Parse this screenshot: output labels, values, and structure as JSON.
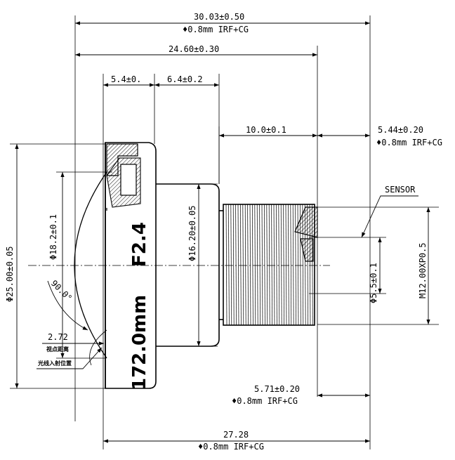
{
  "dimensions": {
    "top_overall": "30.03±0.50",
    "top_overall_note": "♦0.8mm IRF+CG",
    "second": "24.60±0.30",
    "flange_width": "5.4±0.",
    "barrel_width": "6.4±0.2",
    "thread_length": "10.0±0.1",
    "back_focus": "5.44±0.20",
    "back_focus_note": "♦0.8mm IRF+CG",
    "dia_front": "Φ25.00±0.05",
    "dia_window": "Φ18.2±0.1",
    "dia_barrel": "Φ16.20±0.05",
    "dia_sensor": "Φ5.5±0.1",
    "thread_spec": "M12.00XP0.5",
    "angle": "90.0°",
    "dist_2": "2.72",
    "bottom_flange": "5.71±0.20",
    "bottom_flange_note": "♦0.8mm IRF+CG",
    "bottom_overall": "27.28",
    "bottom_overall_note": "♦0.8mm IRF+CG"
  },
  "labels": {
    "sensor": "SENSOR",
    "focal": "2.0mm",
    "aperture": "F2.4",
    "model_partial": "17",
    "viewpoint_cn": "视点距离",
    "entry_cn": "光线入射位置"
  }
}
